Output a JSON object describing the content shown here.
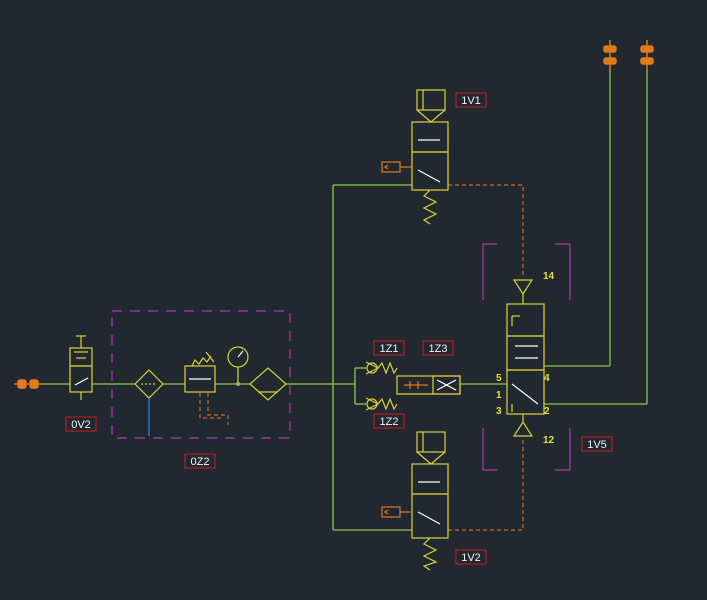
{
  "colors": {
    "background": "#212830",
    "line": "#8bc84a",
    "component": "#d9d13a",
    "pilot": "#c86a2a",
    "fitting": "#e07a1a",
    "boundary": "#a83ca8",
    "tag_border": "#c81e1e",
    "port_text": "#e5e036",
    "tag_text": "#f2f2f2",
    "drain": "#3a7ec8",
    "arrow": "#ffffff"
  },
  "tags": {
    "v1": "1V1",
    "v2": "1V2",
    "v5": "1V5",
    "z1": "1Z1",
    "z2": "1Z2",
    "z3": "1Z3",
    "ov2": "0V2",
    "oz2": "0Z2"
  },
  "ports": {
    "p14": "14",
    "p12": "12",
    "p5": "5",
    "p1": "1",
    "p3": "3",
    "p4": "4",
    "p2": "2"
  }
}
